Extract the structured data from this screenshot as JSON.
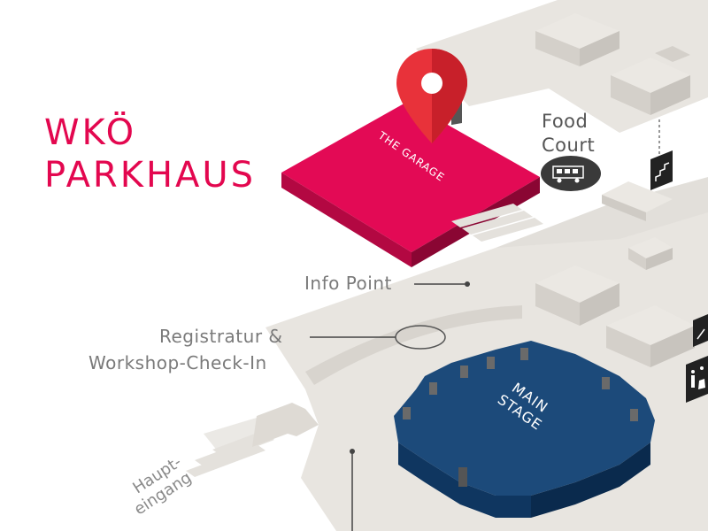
{
  "title": {
    "line1": "WKÖ",
    "line2": "PARKHAUS"
  },
  "labels": {
    "garage": "THE GARAGE",
    "food_court_line1": "Food",
    "food_court_line2": "Court",
    "info_point": "Info Point",
    "registratur_line1": "Registratur &",
    "registratur_line2": "Workshop-Check-In",
    "main_stage_line1": "MAIN",
    "main_stage_line2": "STAGE",
    "haupteingang_line1": "Haupt-",
    "haupteingang_line2": "eingang"
  },
  "icons": [
    "map-pin-icon",
    "food-truck-icon",
    "stairs-icon",
    "elevator-icon",
    "restroom-icon"
  ],
  "colors": {
    "accent": "#e3074f",
    "pin": "#e8323a",
    "stage": "#1c4a7a",
    "floor": "#e8e5e0",
    "building": "#dedad4",
    "text": "#7a7a7a"
  }
}
